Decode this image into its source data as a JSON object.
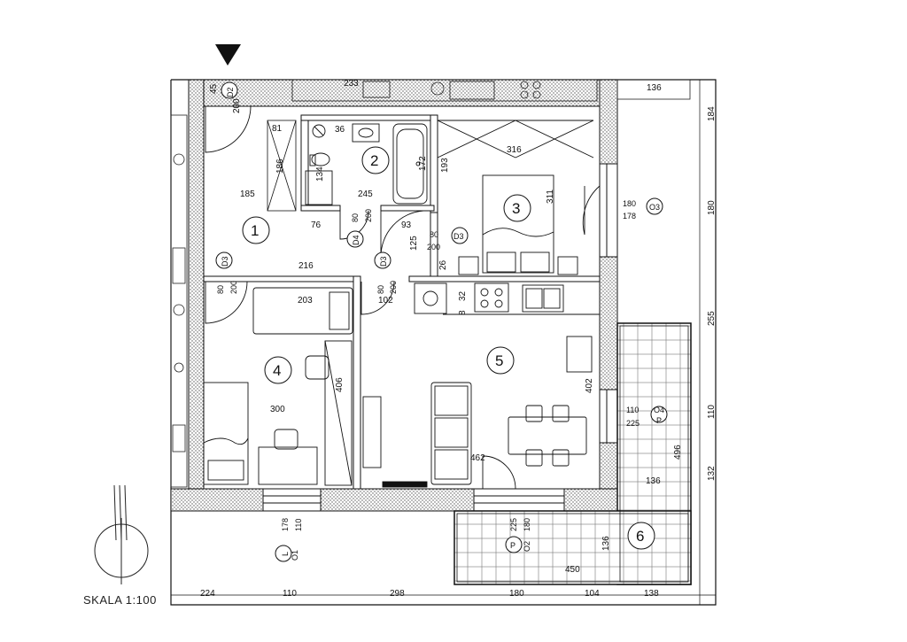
{
  "scale_label": "SKALA 1:100",
  "rooms": [
    {
      "id": "room-1",
      "number": "1"
    },
    {
      "id": "room-2",
      "number": "2"
    },
    {
      "id": "room-3",
      "number": "3"
    },
    {
      "id": "room-4",
      "number": "4"
    },
    {
      "id": "room-5",
      "number": "5"
    },
    {
      "id": "room-6",
      "number": "6"
    }
  ],
  "dimensions": {
    "top_136": "136",
    "top_233": "233",
    "right_184": "184",
    "right_180": "180",
    "right_255": "255",
    "right_110": "110",
    "right_132": "132",
    "bottom_224": "224",
    "bottom_110": "110",
    "bottom_298": "298",
    "bottom_180": "180",
    "bottom_104": "104",
    "bottom_138": "138",
    "d_81": "81",
    "d_36": "36",
    "d_186": "186",
    "d_185": "185",
    "d_134": "134",
    "d_245": "245",
    "d_172": "172",
    "d_193": "193",
    "d_316": "316",
    "d_311": "311",
    "d_76": "76",
    "d_93": "93",
    "d_125": "125",
    "d_216": "216",
    "d_203": "203",
    "d_102": "102",
    "d_406": "406",
    "d_300": "300",
    "d_402": "402",
    "d_462": "462",
    "d_496": "496",
    "d_136_balcony": "136",
    "d_450": "450",
    "d_136_b2": "136",
    "d_45": "45",
    "d_200_top": "200",
    "d_26": "26",
    "d_32": "32",
    "d_8": "8"
  },
  "doors": {
    "d2_lbl": "D2",
    "d3_a": "D3",
    "d3_b": "D3",
    "d3_c": "D3",
    "d4_lbl": "D4",
    "d3_80": "80",
    "d3_200": "200",
    "d3b_80": "80",
    "d3b_200": "200",
    "d3c_80": "80",
    "d3c_200": "200",
    "d4_80": "80",
    "d4_200": "200"
  },
  "windows": {
    "o3_lbl": "O3",
    "o3_w": "180",
    "o3_h": "178",
    "o4_lbl": "O4",
    "o4_w": "110",
    "o4_h": "225",
    "o1_lbl": "O1",
    "o1_w": "110",
    "o1_h": "178",
    "o2_lbl": "O2",
    "o2_w": "180",
    "o2_h": "225",
    "p_lbl": "P",
    "l_lbl": "L"
  }
}
